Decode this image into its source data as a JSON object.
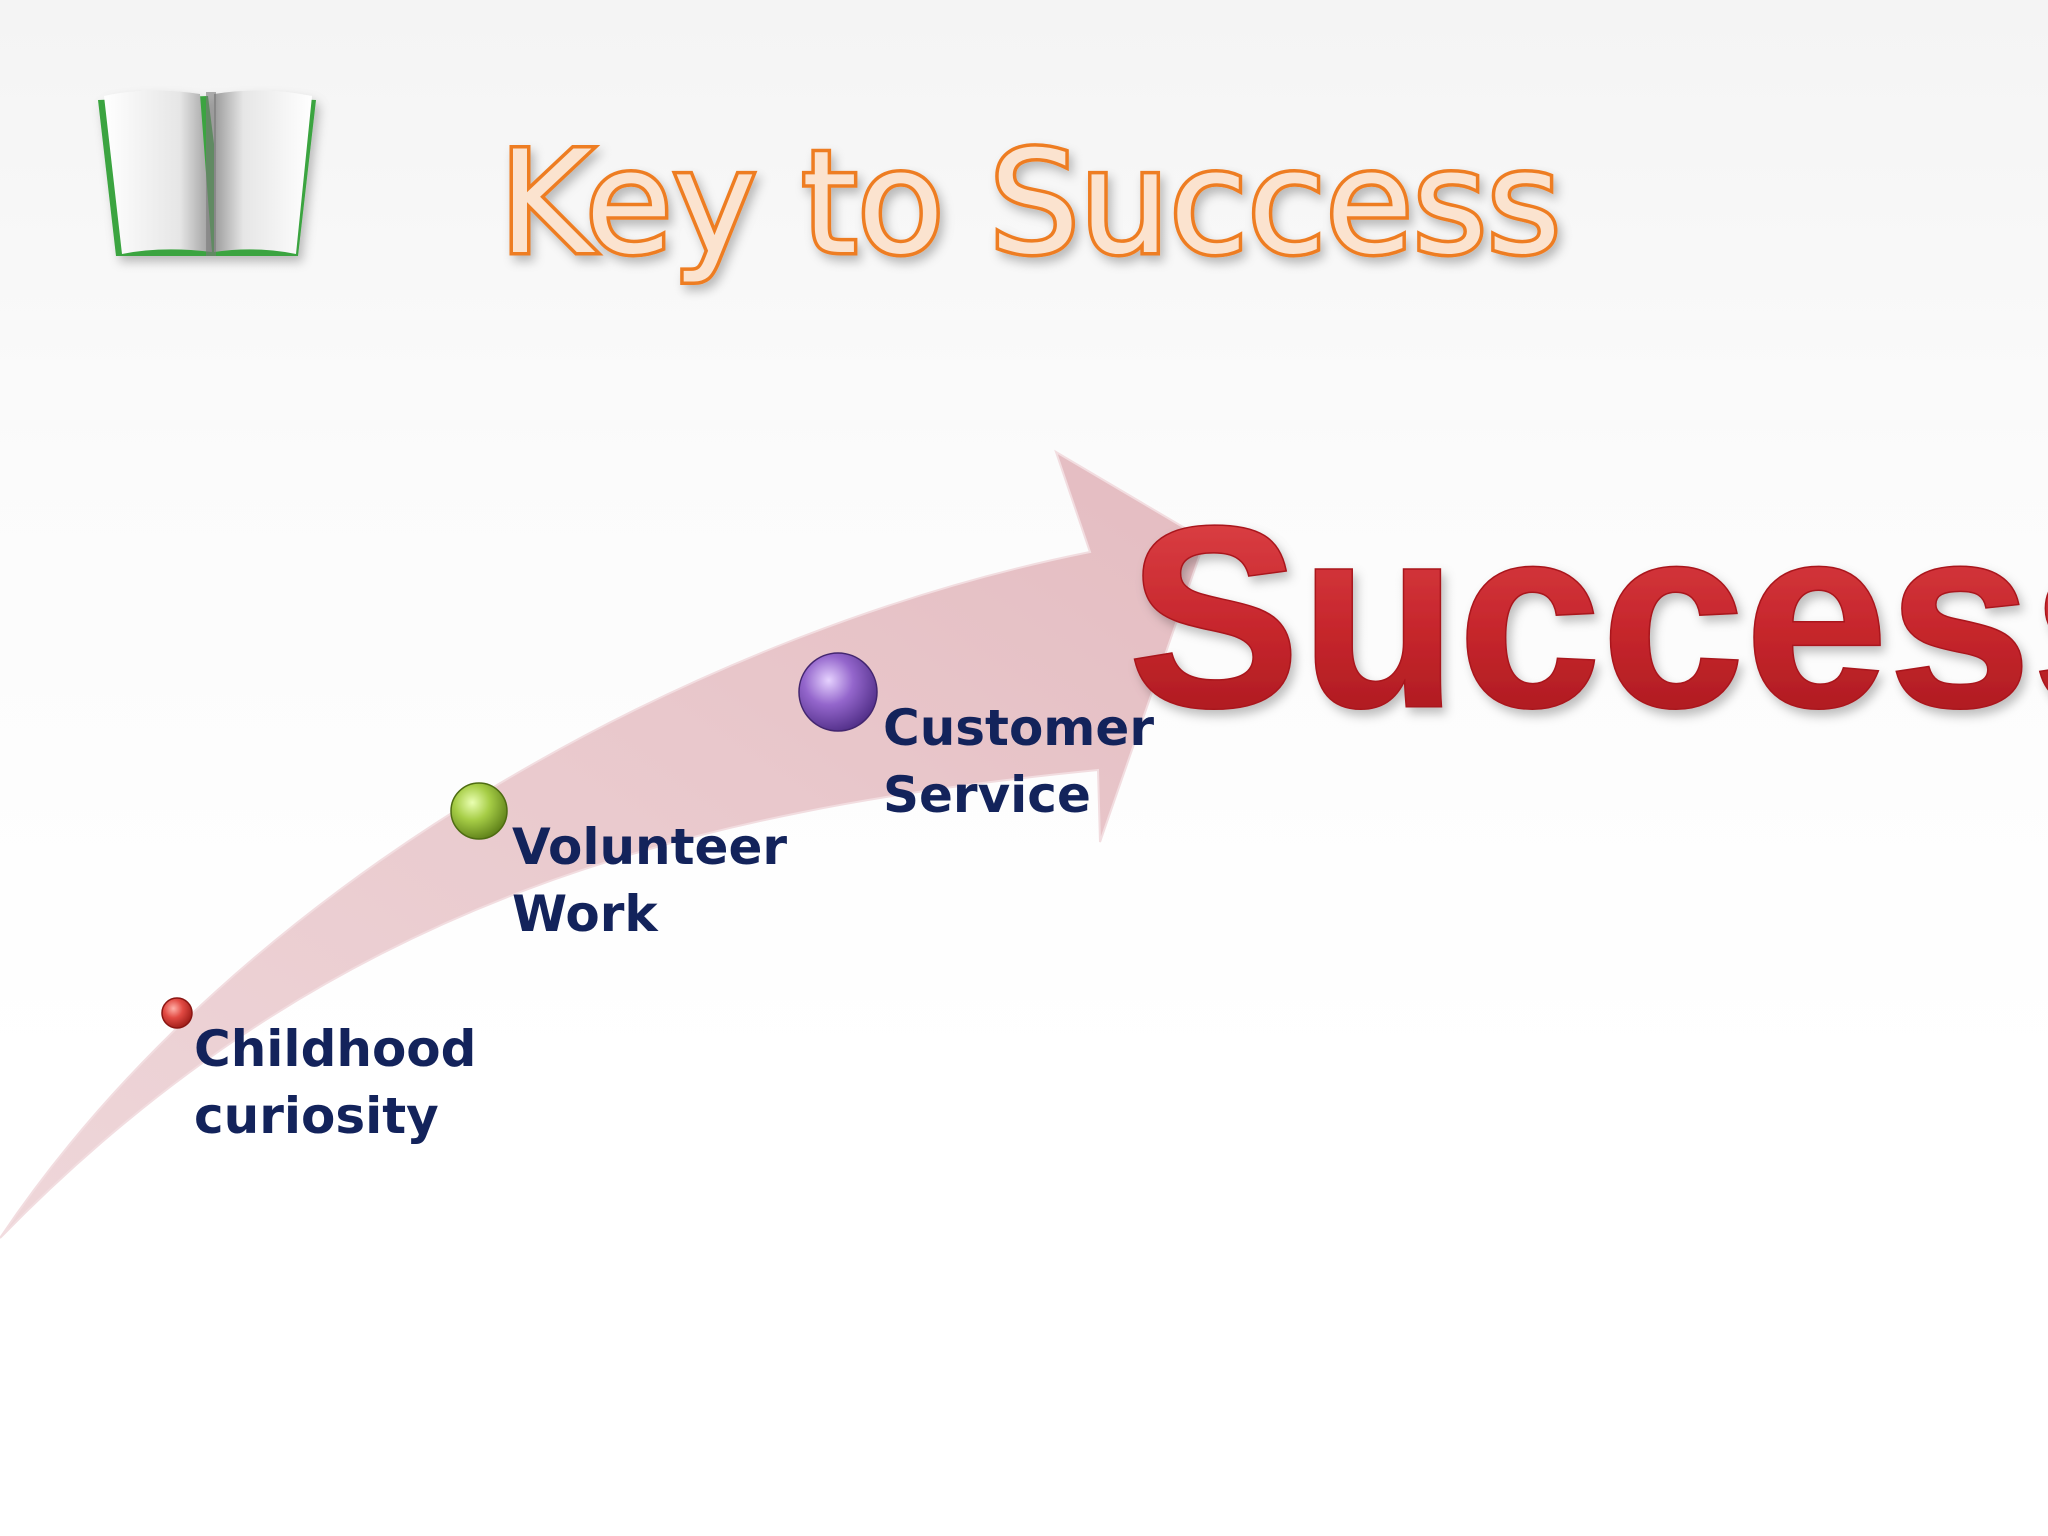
{
  "slide": {
    "title": "Key to Success",
    "goal_word": "Success",
    "icons": {
      "book": "open-book-icon"
    },
    "colors": {
      "title_fill": "#fbe3cf",
      "title_outline": "#ee7d22",
      "success_red": "#c6262c",
      "arrow_fill": "#e8c7cb",
      "label_navy": "#13235b"
    },
    "steps": [
      {
        "line1": "Childhood",
        "line2": "curiosity",
        "color": "#d93a35"
      },
      {
        "line1": "Volunteer",
        "line2": "Work",
        "color": "#9bc53d"
      },
      {
        "line1": "Customer",
        "line2": "Service",
        "color": "#8d5fc4"
      }
    ]
  }
}
